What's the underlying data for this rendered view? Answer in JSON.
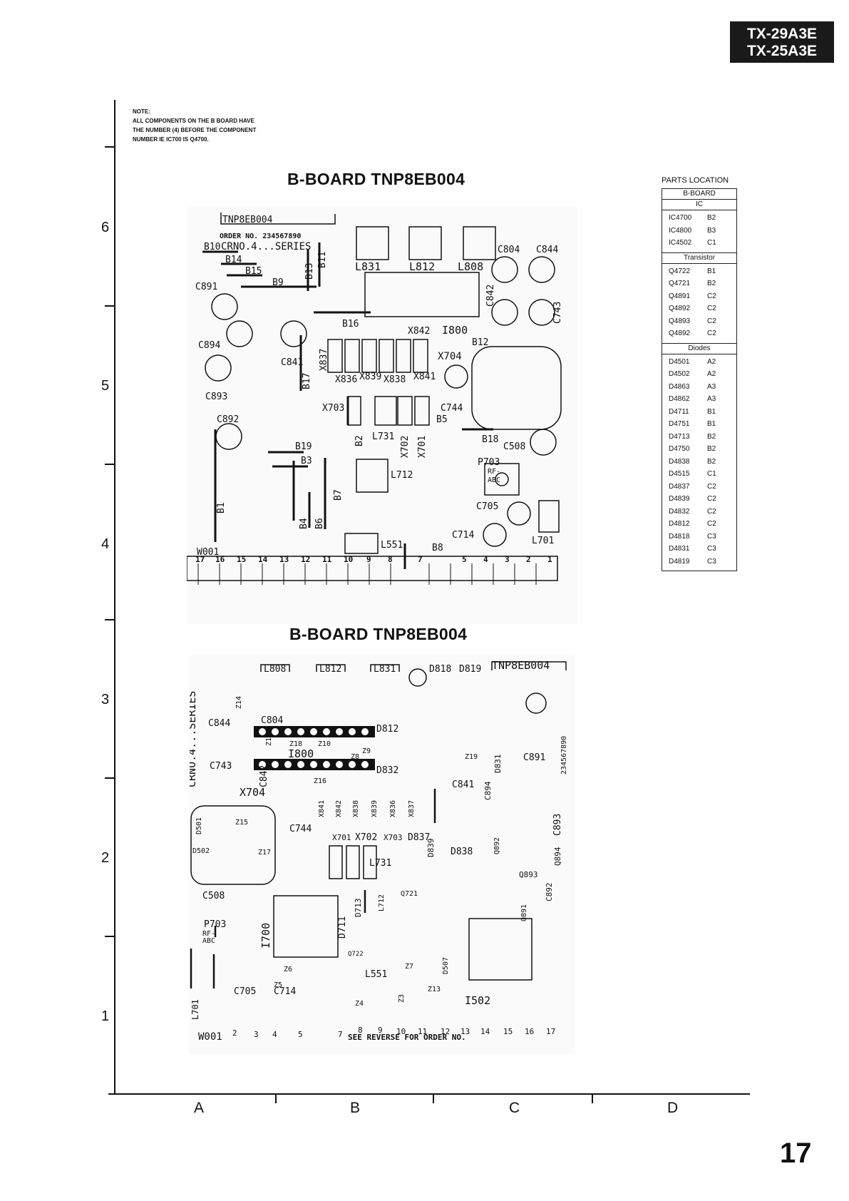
{
  "model": {
    "line1": "TX-29A3E",
    "line2": "TX-25A3E"
  },
  "note": {
    "line1": "NOTE:",
    "line2": "ALL COMPONENTS ON THE B BOARD HAVE",
    "line3": "THE NUMBER (4) BEFORE THE COMPONENT",
    "line4": "NUMBER ie IC700 IS Q4700."
  },
  "boards": {
    "top_title": "B-BOARD  TNP8EB004",
    "bottom_title": "B-BOARD  TNP8EB004"
  },
  "top_board": {
    "silk_title": "TNP8EB004",
    "order_no": "ORDER NO.   234567890",
    "crno": "CRNO.4...SERIES",
    "labels": [
      "B10",
      "B14",
      "B15",
      "B9",
      "C891",
      "C894",
      "C893",
      "C892",
      "C841",
      "B13",
      "B11",
      "B16",
      "L831",
      "L812",
      "L808",
      "C804",
      "C844",
      "C842",
      "C743",
      "I800",
      "X842",
      "X837",
      "X836",
      "X839",
      "X838",
      "X841",
      "X704",
      "B12",
      "B17",
      "X703",
      "B2",
      "L731",
      "X702",
      "X701",
      "B5",
      "C744",
      "C508",
      "B18",
      "B19",
      "B3",
      "B7",
      "L712",
      "P703",
      "RF-",
      "ABC",
      "C705",
      "C714",
      "L701",
      "B1",
      "B4",
      "B6",
      "L551",
      "B8",
      "W001"
    ],
    "connector_pins": [
      "17",
      "16",
      "15",
      "14",
      "13",
      "12",
      "11",
      "10",
      "9",
      "8",
      "7",
      "5",
      "4",
      "3",
      "2",
      "1"
    ]
  },
  "bottom_board": {
    "silk_title": "TNP8EB004",
    "crno": "CRNO.4...SERIES",
    "serial": "234567890",
    "labels": [
      "L808",
      "L812",
      "L831",
      "D818",
      "D819",
      "C844",
      "C804",
      "C743",
      "C842",
      "Z12",
      "Z14",
      "Z18",
      "Z10",
      "Z9",
      "Z8",
      "I800",
      "D812",
      "D832",
      "X704",
      "Z16",
      "Z15",
      "Z17",
      "Z19",
      "C841",
      "C891",
      "D831",
      "C894",
      "C893",
      "Q894",
      "X841",
      "X842",
      "X838",
      "X839",
      "X836",
      "X837",
      "C744",
      "X701",
      "X702",
      "X703",
      "D837",
      "D839",
      "D838",
      "Q892",
      "Q893",
      "C892",
      "L731",
      "Q721",
      "D713",
      "L712",
      "D711",
      "I700",
      "C508",
      "P703",
      "RF-",
      "ABC",
      "Q891",
      "Z6",
      "Z5",
      "Q722",
      "L551",
      "Z7",
      "D507",
      "Z13",
      "Z4",
      "Z3",
      "I502",
      "C705",
      "C714",
      "L701",
      "W001",
      "D501",
      "D502"
    ],
    "footer": "SEE REVERSE FOR ORDER NO.",
    "pins": [
      "2",
      "3",
      "4",
      "5",
      "7",
      "8",
      "9",
      "10",
      "11",
      "12",
      "13",
      "14",
      "15",
      "16",
      "17"
    ]
  },
  "grid": {
    "rows": [
      "6",
      "5",
      "4",
      "3",
      "2",
      "1"
    ],
    "cols": [
      "A",
      "B",
      "C",
      "D"
    ]
  },
  "parts_location": {
    "title": "PARTS   LOCATION",
    "board": "B-BOARD",
    "groups": [
      {
        "name": "IC",
        "items": [
          [
            "IC4700",
            "B2"
          ],
          [
            "IC4800",
            "B3"
          ],
          [
            "IC4502",
            "C1"
          ]
        ]
      },
      {
        "name": "Transistor",
        "items": [
          [
            "Q4722",
            "B1"
          ],
          [
            "Q4721",
            "B2"
          ],
          [
            "Q4891",
            "C2"
          ],
          [
            "Q4892",
            "C2"
          ],
          [
            "Q4893",
            "C2"
          ],
          [
            "Q4892",
            "C2"
          ]
        ]
      },
      {
        "name": "Diodes",
        "items": [
          [
            "D4501",
            "A2"
          ],
          [
            "D4502",
            "A2"
          ],
          [
            "D4863",
            "A3"
          ],
          [
            "D4862",
            "A3"
          ],
          [
            "D4711",
            "B1"
          ],
          [
            "D4751",
            "B1"
          ],
          [
            "D4713",
            "B2"
          ],
          [
            "D4750",
            "B2"
          ],
          [
            "D4838",
            "B2"
          ],
          [
            "D4515",
            "C1"
          ],
          [
            "D4837",
            "C2"
          ],
          [
            "D4839",
            "C2"
          ],
          [
            "D4832",
            "C2"
          ],
          [
            "D4812",
            "C2"
          ],
          [
            "D4818",
            "C3"
          ],
          [
            "D4831",
            "C3"
          ],
          [
            "D4819",
            "C3"
          ]
        ]
      }
    ]
  },
  "page_number": "17"
}
